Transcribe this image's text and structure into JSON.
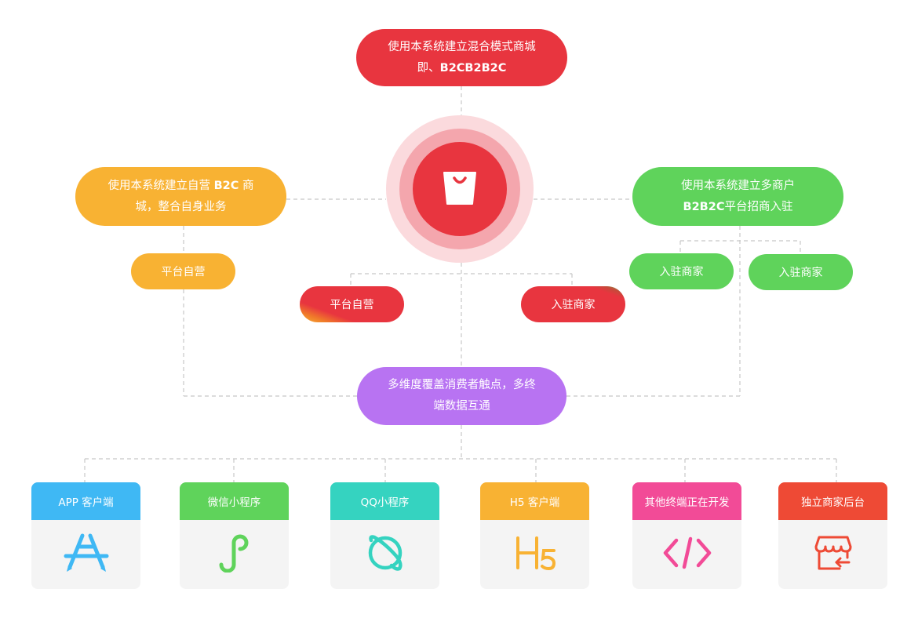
{
  "top": {
    "line1": "使用本系统建立混合模式商城",
    "line2_prefix": "即、",
    "line2_bold": "B2CB2B2C"
  },
  "left": {
    "line1_prefix": "使用本系统建立自营 ",
    "line1_bold": "B2C",
    "line1_suffix": " 商",
    "line2": "城，整合自身业务"
  },
  "right": {
    "line1": "使用本系统建立多商户",
    "line2_bold": "B2B2C",
    "line2_suffix": "平台招商入驻"
  },
  "chips": {
    "left_self": "平台自营",
    "center_self": "平台自营",
    "center_merchant": "入驻商家",
    "right_merchant_1": "入驻商家",
    "right_merchant_2": "入驻商家"
  },
  "middle": {
    "line1": "多维度覆盖消费者触点，多终",
    "line2": "端数据互通"
  },
  "cards": [
    {
      "label": "APP 客户端",
      "icon": "app-store-icon",
      "color": "#3fb8f4"
    },
    {
      "label": "微信小程序",
      "icon": "mini-program-icon",
      "color": "#5fd35b"
    },
    {
      "label": "QQ小程序",
      "icon": "planet-icon",
      "color": "#35d3c0"
    },
    {
      "label": "H5 客户端",
      "icon": "h5-icon",
      "color": "#f8b233"
    },
    {
      "label": "其他终端正在开发",
      "icon": "code-icon",
      "color": "#f24b97"
    },
    {
      "label": "独立商家后台",
      "icon": "store-icon",
      "color": "#ee4a35"
    }
  ],
  "colors": {
    "red": "#e8353f",
    "orange": "#f8b233",
    "green": "#5fd35b",
    "purple": "#b873f2",
    "connector": "#c8c8c8"
  }
}
